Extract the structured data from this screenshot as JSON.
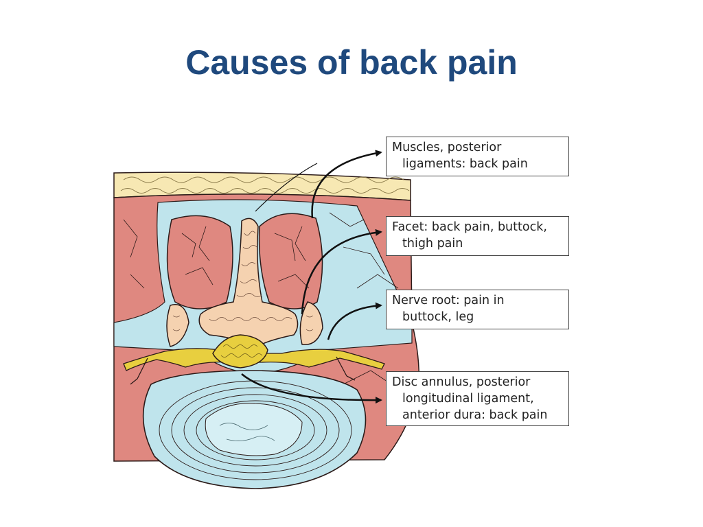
{
  "title": "Causes of back pain",
  "callouts": {
    "muscles": {
      "line1": "Muscles, posterior",
      "line2": "ligaments: back pain"
    },
    "facet": {
      "line1": "Facet: back pain, buttock,",
      "line2": "thigh pain"
    },
    "nerve_root": {
      "line1": "Nerve root: pain in",
      "line2": "buttock, leg"
    },
    "disc": {
      "line1": "Disc annulus, posterior",
      "line2": "longitudinal ligament,",
      "line3": "anterior dura: back pain"
    }
  },
  "colors": {
    "title": "#1f497d",
    "muscle": "#df8880",
    "fat": "#f7e8b3",
    "fluid": "#bfe4ec",
    "bone": "#f5d2b0",
    "nerve": "#e8cf3f",
    "outline": "#2b1a18"
  }
}
